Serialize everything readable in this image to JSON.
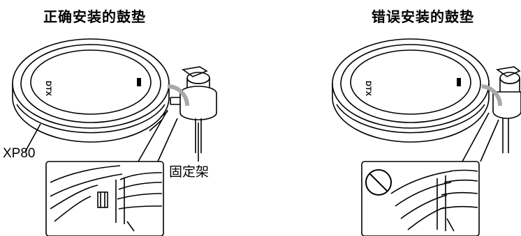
{
  "titles": {
    "correct": "正确安装的鼓垫",
    "wrong": "错误安装的鼓垫"
  },
  "labels": {
    "pad_model": "XP80",
    "mount": "固定架"
  },
  "logo_text": "DTX",
  "icons": {
    "prohibited": "prohibited-icon"
  }
}
